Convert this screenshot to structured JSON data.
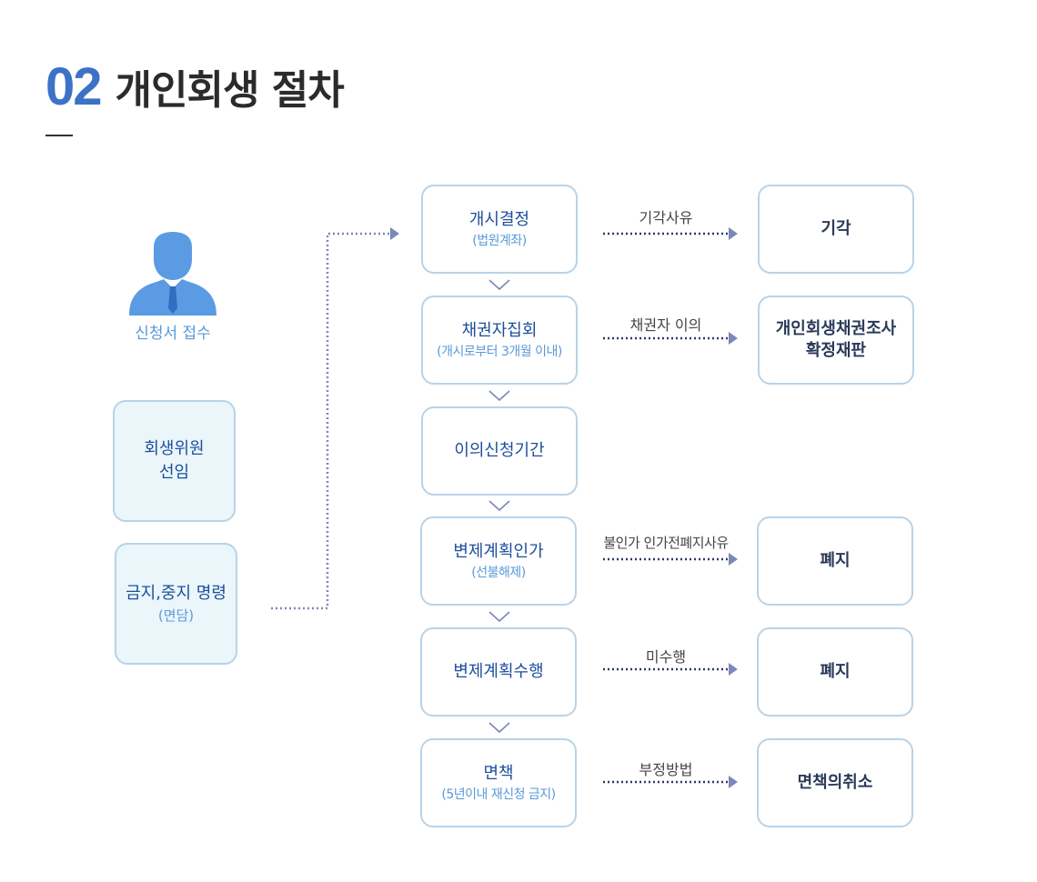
{
  "header": {
    "number": "02",
    "title": "개인회생 절차"
  },
  "applicant": {
    "icon": "person-icon",
    "label": "신청서 접수"
  },
  "side_boxes": [
    {
      "main": "회생위원\n선임",
      "sub": ""
    },
    {
      "main": "금지,중지 명령",
      "sub": "(면담)"
    }
  ],
  "steps": [
    {
      "main": "개시결정",
      "sub": "(법원계좌)"
    },
    {
      "main": "채권자집회",
      "sub": "(개시로부터 3개월 이내)"
    },
    {
      "main": "이의신청기간",
      "sub": ""
    },
    {
      "main": "변제계획인가",
      "sub": "(선불해제)"
    },
    {
      "main": "변제계획수행",
      "sub": ""
    },
    {
      "main": "면책",
      "sub": "(5년이내 재신청 금지)"
    }
  ],
  "branches": [
    {
      "reason": "기각사유",
      "result": "기각"
    },
    {
      "reason": "채권자 이의",
      "result": "개인회생채권조사\n확정재판"
    },
    {
      "reason": "불인가 인가전폐지사유",
      "result": "폐지"
    },
    {
      "reason": "미수행",
      "result": "폐지"
    },
    {
      "reason": "부정방법",
      "result": "면책의취소"
    }
  ],
  "colors": {
    "accent": "#3d72c6",
    "box_border": "#b8d3e8",
    "side_box_fill": "#eaf6fa",
    "step_text": "#1d4e9c",
    "sub_text": "#5a9ad8",
    "arrow": "#7b88b8",
    "person_icon": "#5b9be3"
  }
}
